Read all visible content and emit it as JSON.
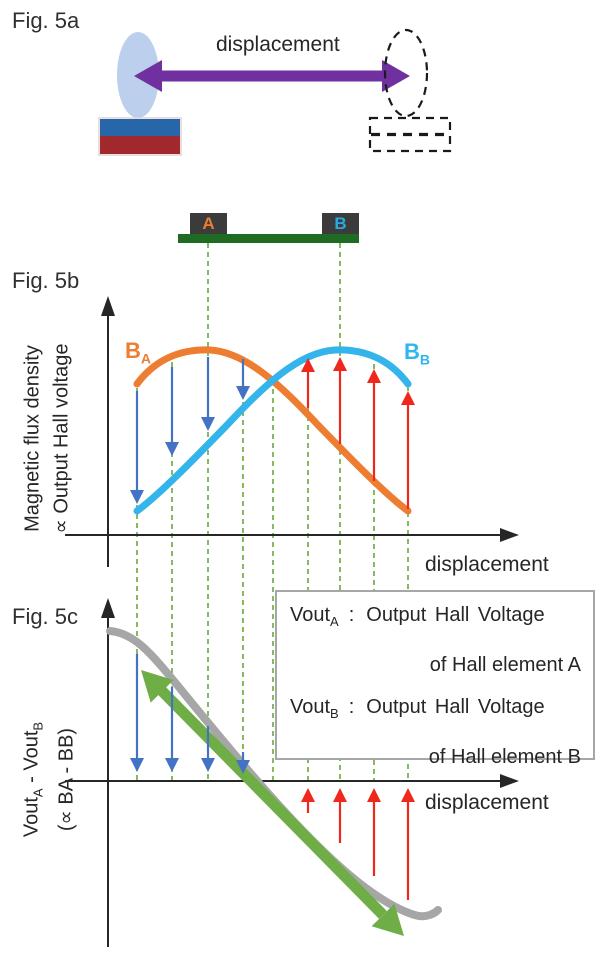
{
  "figures": {
    "fig5a_label": "Fig. 5a",
    "fig5b_label": "Fig. 5b",
    "fig5c_label": "Fig. 5c"
  },
  "fig5a": {
    "displacement_label": "displacement"
  },
  "sensor": {
    "chip_a": "A",
    "chip_b": "B"
  },
  "fig5b": {
    "y_axis_label_line1": "Magnetic flux density",
    "y_axis_label_line2": "∝ Output Hall voltage",
    "x_axis_label": "displacement",
    "curve_a": {
      "base": "B",
      "sub": "A"
    },
    "curve_b": {
      "base": "B",
      "sub": "B"
    }
  },
  "fig5c": {
    "y_axis_label": {
      "t1": "Vout",
      "s1": "A",
      "t2": " - Vout",
      "s2": "B",
      "line2": "(∝ BA - BB)"
    },
    "x_axis_label": "displacement"
  },
  "legend": {
    "items": [
      {
        "term": "Vout",
        "sub": "A",
        "colon": ":",
        "desc": "Output Hall Voltage",
        "cont": "of Hall element A"
      },
      {
        "term": "Vout",
        "sub": "B",
        "colon": ":",
        "desc": "Output Hall Voltage",
        "cont": "of Hall element B"
      }
    ]
  },
  "colors": {
    "curve_a_orange": "#ED7D31",
    "curve_b_cyan": "#33B4EA",
    "arrow_blue": "#4472C4",
    "arrow_red": "#F0281C",
    "trend_arrow_green": "#6FAE47",
    "dashed_guide_green": "#6FAE46",
    "displacement_arrow_purple": "#7030A0",
    "gray_curve": "#A6A6A6",
    "pcb_green": "#206B23",
    "magnet_blue": "#2766A9",
    "magnet_red": "#A1282D",
    "lens_blue": "#BCCFEC"
  }
}
